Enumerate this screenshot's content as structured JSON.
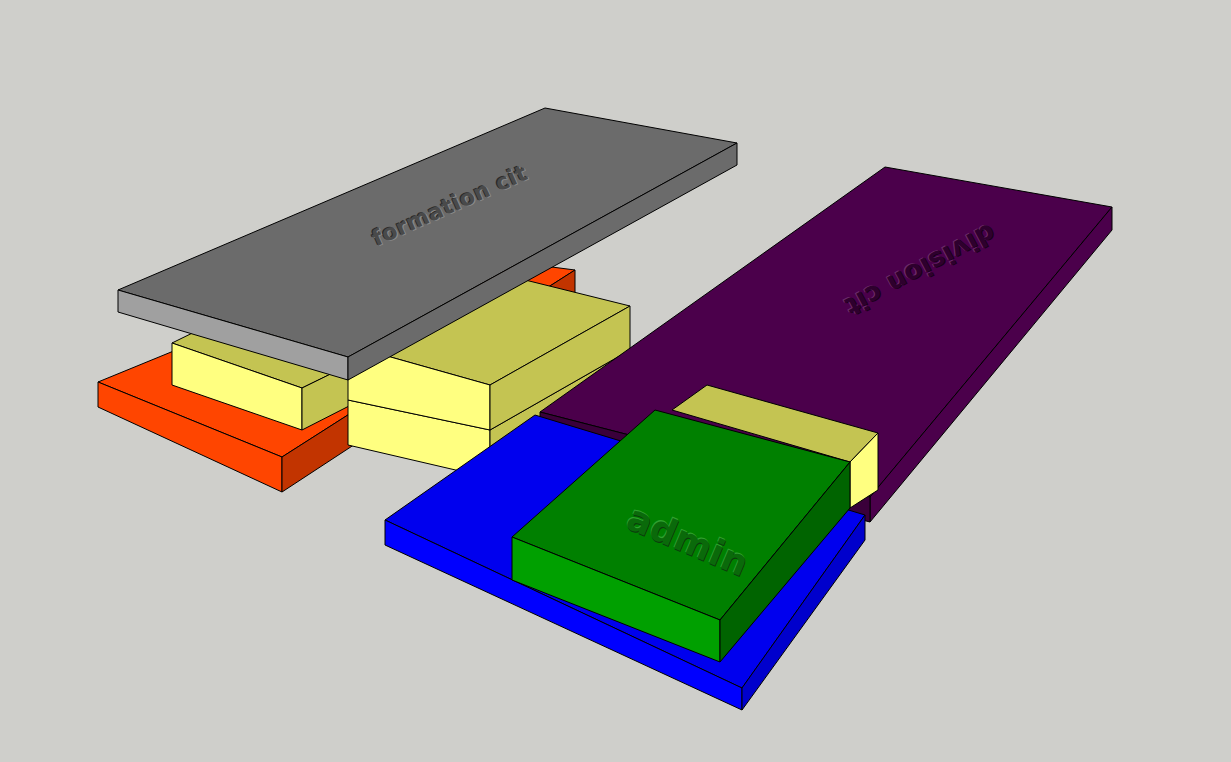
{
  "diagram": {
    "nodes": [
      {
        "text": [
          "formation cit"
        ]
      },
      {
        "text": [
          "division cit"
        ]
      },
      {
        "text": [
          "admin"
        ]
      }
    ]
  }
}
